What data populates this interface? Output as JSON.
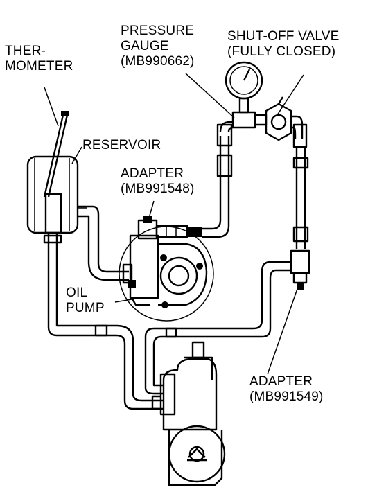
{
  "labels": {
    "thermometer": [
      "THER-",
      "MOMETER"
    ],
    "pressure_gauge": [
      "PRESSURE",
      "GAUGE",
      "(MB990662)"
    ],
    "shutoff_valve": [
      "SHUT-OFF VALVE",
      "(FULLY CLOSED)"
    ],
    "reservoir": [
      "RESERVOIR"
    ],
    "adapter_1": [
      "ADAPTER",
      "(MB991548)"
    ],
    "oil_pump": [
      "OIL",
      "PUMP"
    ],
    "adapter_2": [
      "ADAPTER",
      "(MB991549)"
    ]
  }
}
